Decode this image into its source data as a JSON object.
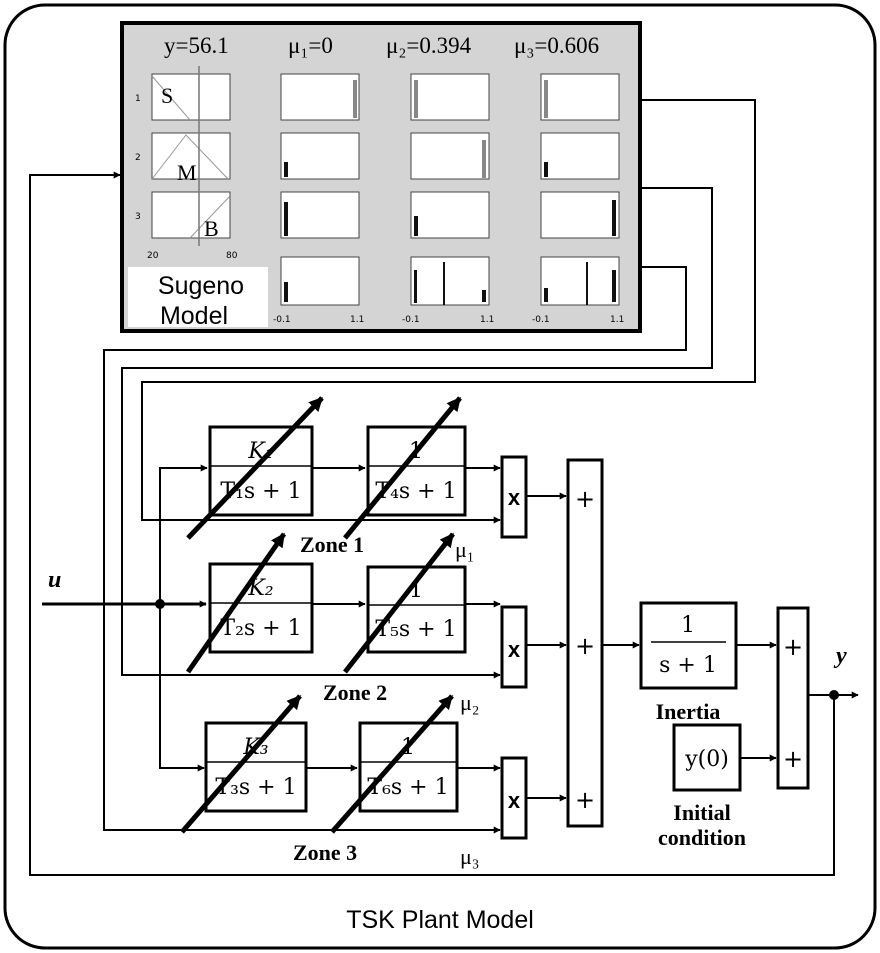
{
  "caption": "TSK Plant Model",
  "sugeno": {
    "label_line1": "Sugeno",
    "label_line2": "Model",
    "y_value": "y=56.1",
    "mu1_value": "μ₁=0",
    "mu2_value": "μ₂=0.394",
    "mu3_value": "μ₃=0.606",
    "row_labels": [
      "1",
      "2",
      "3"
    ],
    "input_sets": [
      "S",
      "M",
      "B"
    ],
    "input_axis_min": "20",
    "input_axis_max": "80",
    "output_axis_min": "-0.1",
    "output_axis_max": "1.1"
  },
  "signals": {
    "input": "u",
    "output": "y",
    "mu1": "μ₁",
    "mu2": "μ₂",
    "mu3": "μ₃"
  },
  "zones": [
    {
      "name": "Zone 1",
      "gain_num": "K₁",
      "gain_den": "T₁s + 1",
      "lag_num": "1",
      "lag_den": "T₄s + 1"
    },
    {
      "name": "Zone 2",
      "gain_num": "K₂",
      "gain_den": "T₂s + 1",
      "lag_num": "1",
      "lag_den": "T₅s + 1"
    },
    {
      "name": "Zone 3",
      "gain_num": "K₃",
      "gain_den": "T₃s + 1",
      "lag_num": "1",
      "lag_den": "T₆s + 1"
    }
  ],
  "multiplier_symbol": "x",
  "sum_symbol": "+",
  "inertia": {
    "num": "1",
    "den": "s + 1",
    "label": "Inertia"
  },
  "initial_condition": {
    "value": "y(0)",
    "label_line1": "Initial",
    "label_line2": "condition"
  }
}
